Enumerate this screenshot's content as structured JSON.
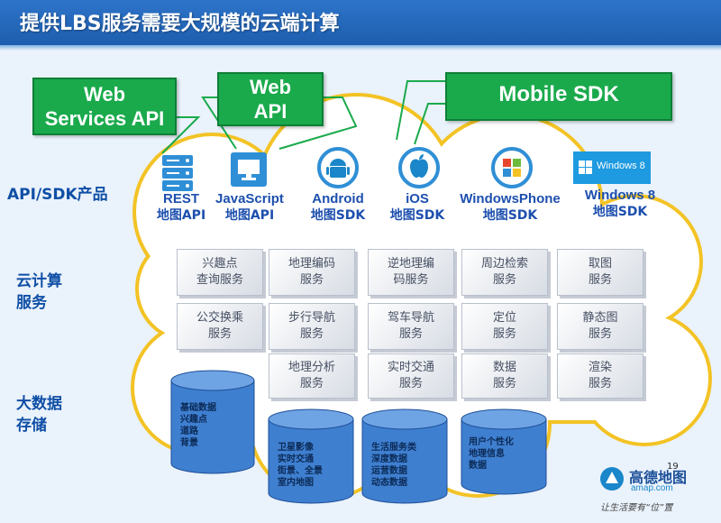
{
  "title": "提供LBS服务需要大规模的云端计算",
  "api_labels": {
    "web_services": [
      "Web",
      "Services API"
    ],
    "web": [
      "Web",
      "API"
    ],
    "mobile": "Mobile SDK"
  },
  "side_labels": {
    "api_sdk": "API/SDK产品",
    "cloud_computing": [
      "云计算",
      "服务"
    ],
    "big_data": [
      "大数据",
      "存储"
    ]
  },
  "products": [
    {
      "name": "REST",
      "sub": "地图API",
      "icon": "server-icon"
    },
    {
      "name": "JavaScript",
      "sub": "地图API",
      "icon": "monitor-icon"
    },
    {
      "name": "Android",
      "sub": "地图SDK",
      "icon": "android-icon"
    },
    {
      "name": "iOS",
      "sub": "地图SDK",
      "icon": "apple-icon"
    },
    {
      "name": "WindowsPhone",
      "sub": "地图SDK",
      "icon": "windows-icon"
    },
    {
      "name": "Windows 8",
      "sub": "地图SDK",
      "icon": "windows8-tile-icon",
      "badge": "Windows 8"
    }
  ],
  "services": [
    [
      "兴趣点",
      "查询服务"
    ],
    [
      "地理编码",
      "服务"
    ],
    [
      "逆地理编",
      "码服务"
    ],
    [
      "周边检索",
      "服务"
    ],
    [
      "取图",
      "服务"
    ],
    [
      "公交换乘",
      "服务"
    ],
    [
      "步行导航",
      "服务"
    ],
    [
      "驾车导航",
      "服务"
    ],
    [
      "定位",
      "服务"
    ],
    [
      "静态图",
      "服务"
    ],
    [
      "地理分析",
      "服务"
    ],
    [
      "实时交通",
      "服务"
    ],
    [
      "数据",
      "服务"
    ],
    [
      "渲染",
      "服务"
    ]
  ],
  "storage": [
    [
      "基础数据",
      "兴趣点",
      "道路",
      "背景"
    ],
    [
      "卫星影像",
      "实时交通",
      "街景、全景",
      "室内地图"
    ],
    [
      "生活服务类",
      "深度数据",
      "运营数据",
      "动态数据"
    ],
    [
      "用户个性化",
      "地理信息",
      "数据"
    ]
  ],
  "logo": {
    "name": "高德地图",
    "url": "amap.com",
    "slogan": "让生活要有“位”置"
  },
  "page_number": "19",
  "colors": {
    "header": "#1e5eae",
    "green": "#1aaa4c",
    "label_blue": "#0f4fa6",
    "cloud_fill": "#ffffff",
    "cloud_outline": "#f3c325",
    "cylinder": "#3f7fd0"
  }
}
